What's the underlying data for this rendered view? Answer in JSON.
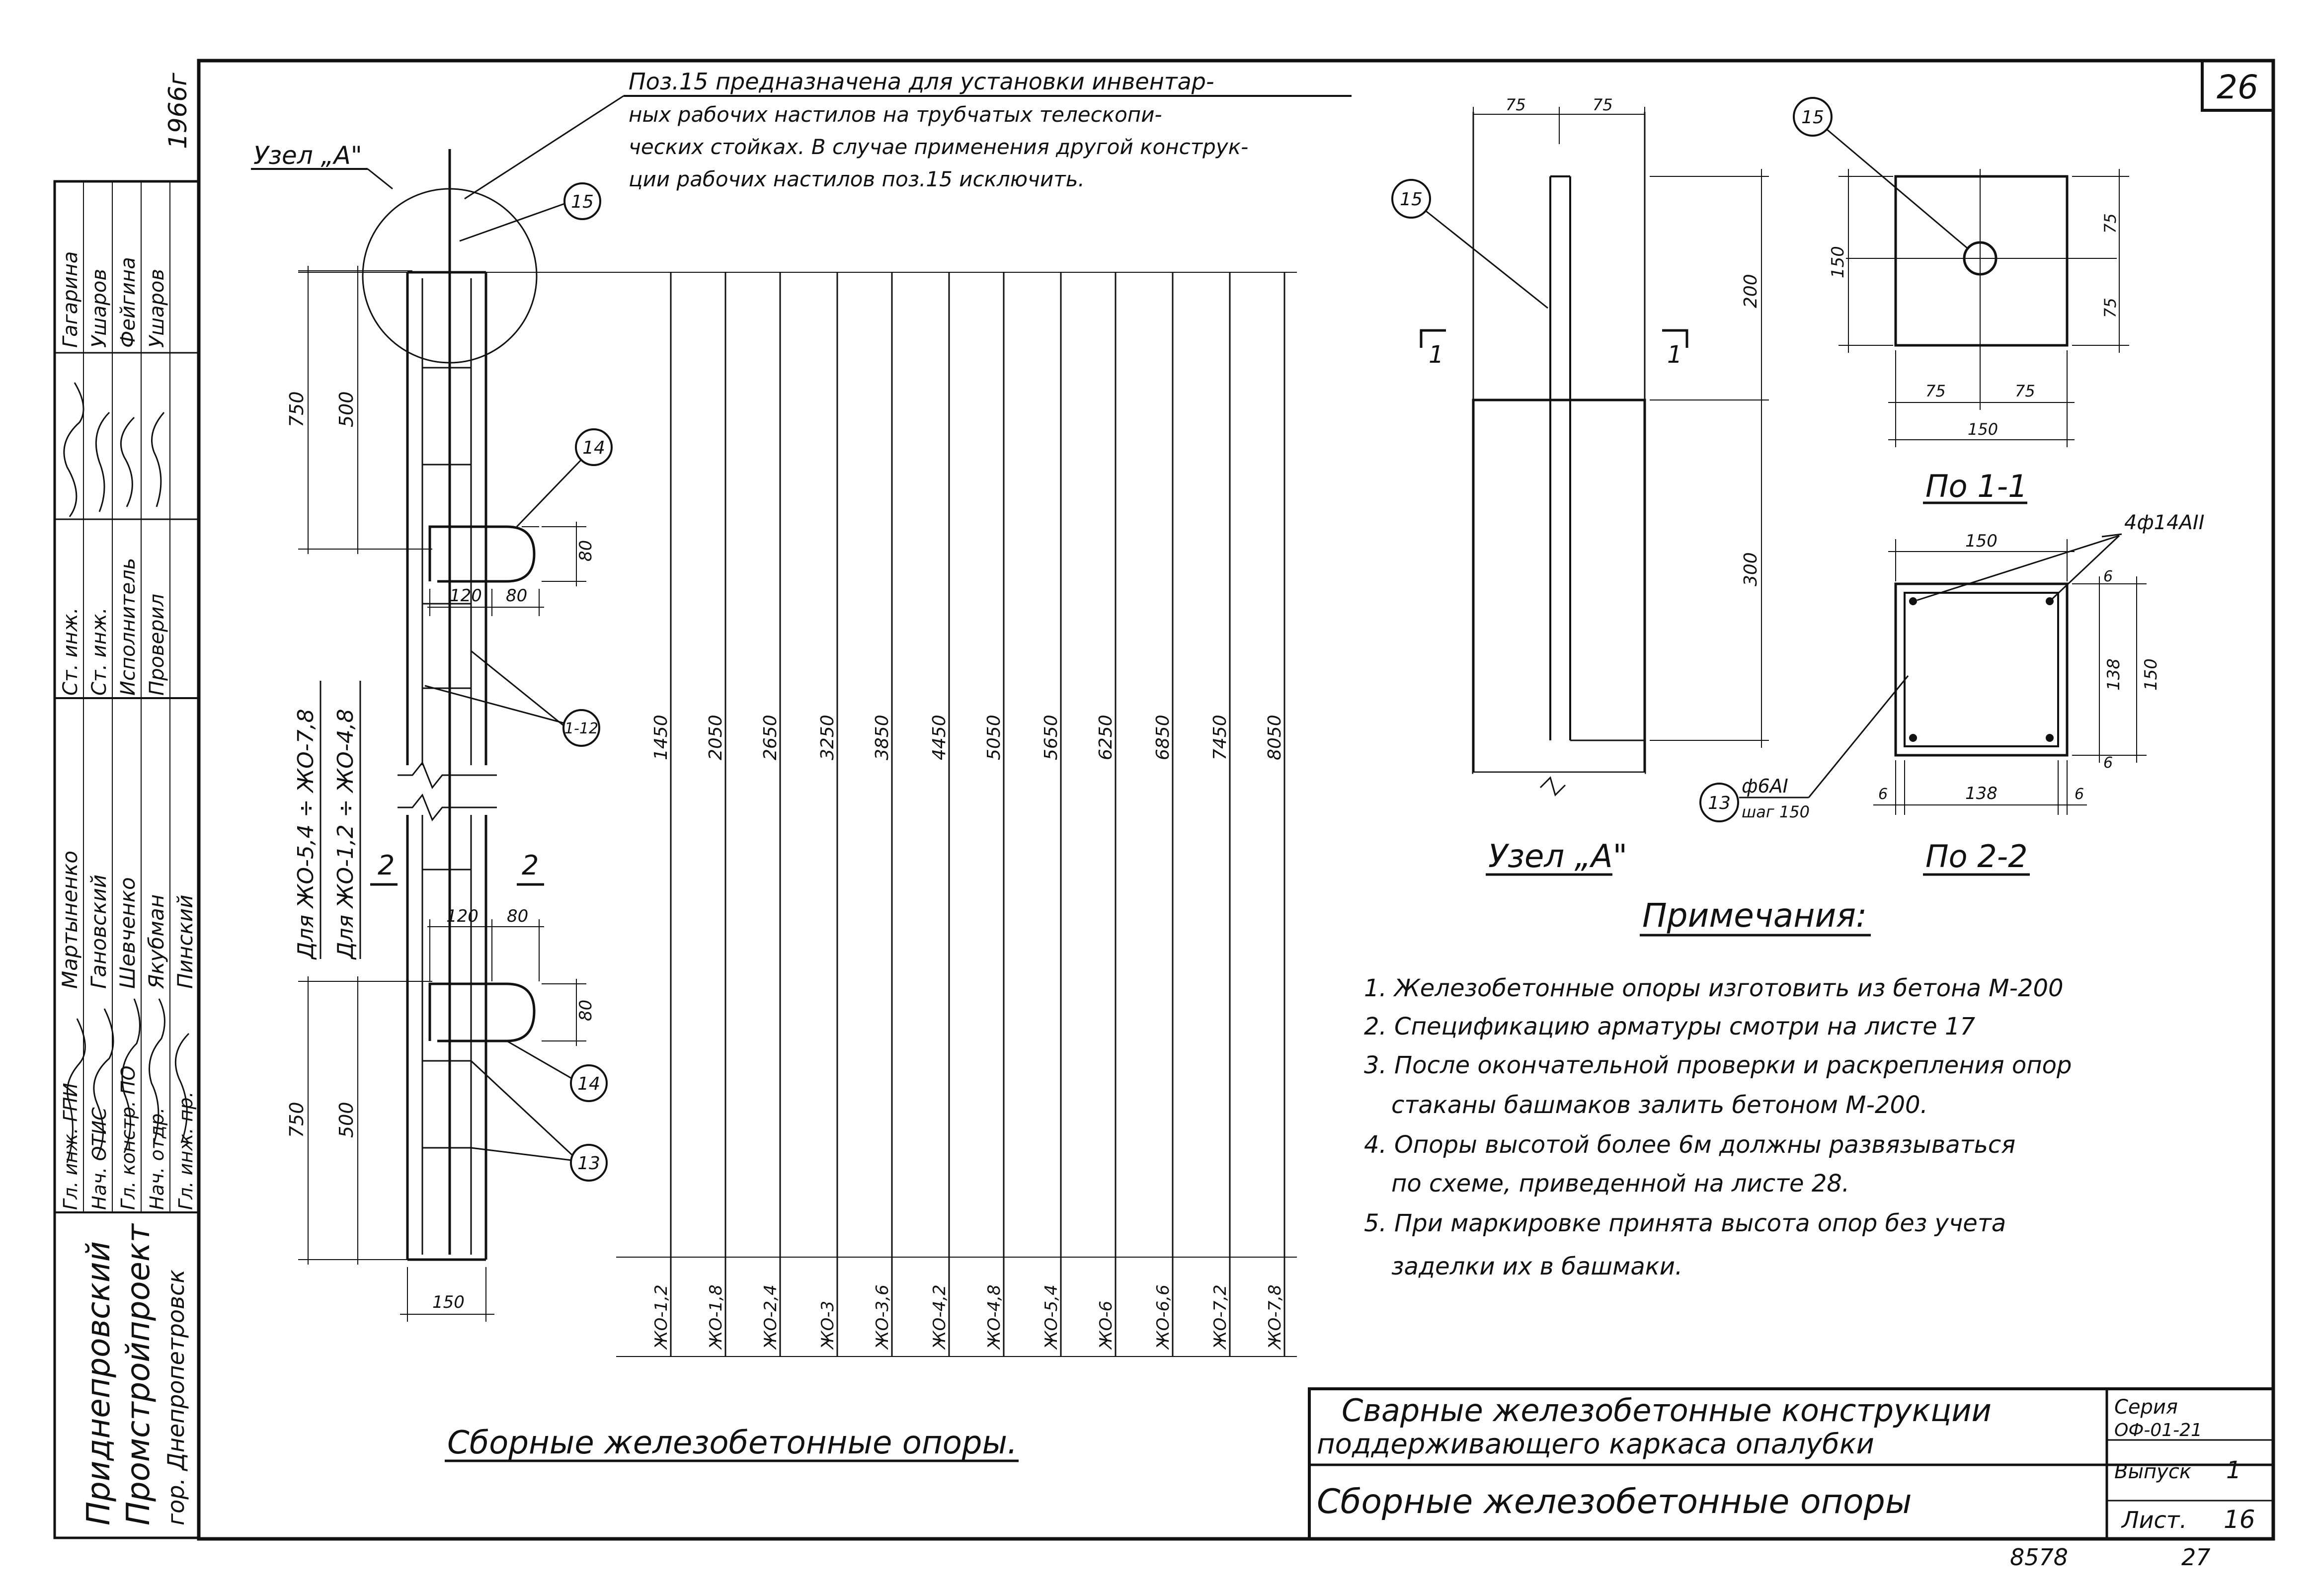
{
  "sheet": {
    "number": "26",
    "year": "1966г",
    "footer_left": "8578",
    "footer_right": "27"
  },
  "side_stamp": {
    "org_1": "Приднепровский",
    "org_2": "Промстройпроект",
    "org_3": "гор. Днепропетровск",
    "roles": [
      "Гл. инж. ГПИ",
      "Нач. ОТИС",
      "Гл. констр. ПО",
      "Нач. отдр.",
      "Гл. инж. пр."
    ],
    "surnames_1": [
      "Мартыненко",
      "Гановский",
      "Шевченко",
      "Якубман",
      "Пинский"
    ],
    "roles_2": [
      "Ст. инж.",
      "Ст. инж.",
      "Исполнитель",
      "Проверил"
    ],
    "surnames_2": [
      "Гагарина",
      "Ушаров",
      "Фейгина",
      "Ушаров"
    ]
  },
  "elevation": {
    "title": "Сборные железобетонные опоры.",
    "note_text": [
      "Поз.15 предназначена для установки инвентар-",
      "ных рабочих настилов на трубчатых телескопи-",
      "ческих стойках. В случае применения другой конструк-",
      "ции рабочих настилов поз.15 исключить."
    ],
    "node_label": "Узел „А\"",
    "dim_750_top": "750",
    "dim_500_top": "500",
    "dim_750_bot": "750",
    "dim_500_bot": "500",
    "dim_120_top": "120",
    "dim_80_top": "80",
    "dim_80_v_top": "80",
    "dim_120_bot": "120",
    "dim_80_bot": "80",
    "dim_80_v_bot": "80",
    "dim_width": "150",
    "label_range_1": "Для ЖО-5,4 ÷ ЖО-7,8",
    "label_range_2": "Для ЖО-1,2 ÷ ЖО-4,8",
    "section_mark_left": "2",
    "section_mark_right": "2",
    "callouts": {
      "c14a": "14",
      "c14b": "14",
      "c13": "13",
      "c15": "15",
      "c112": "1-12"
    },
    "columns": [
      {
        "height": "1450",
        "mark": "ЖО-1,2"
      },
      {
        "height": "2050",
        "mark": "ЖО-1,8"
      },
      {
        "height": "2650",
        "mark": "ЖО-2,4"
      },
      {
        "height": "3250",
        "mark": "ЖО-3"
      },
      {
        "height": "3850",
        "mark": "ЖО-3,6"
      },
      {
        "height": "4450",
        "mark": "ЖО-4,2"
      },
      {
        "height": "5050",
        "mark": "ЖО-4,8"
      },
      {
        "height": "5650",
        "mark": "ЖО-5,4"
      },
      {
        "height": "6250",
        "mark": "ЖО-6"
      },
      {
        "height": "6850",
        "mark": "ЖО-6,6"
      },
      {
        "height": "7450",
        "mark": "ЖО-7,2"
      },
      {
        "height": "8050",
        "mark": "ЖО-7,8"
      }
    ]
  },
  "node_a": {
    "title": "Узел „А\"",
    "dim_75a": "75",
    "dim_75b": "75",
    "dim_200": "200",
    "dim_300": "300",
    "callout": "15",
    "sect_left": "1",
    "sect_right": "1"
  },
  "section_11": {
    "title": "По 1-1",
    "callout": "15",
    "dim_150_v": "150",
    "dim_75_v1": "75",
    "dim_75_v2": "75",
    "dim_75_h1": "75",
    "dim_75_h2": "75",
    "dim_150_h": "150"
  },
  "section_22": {
    "title": "По 2-2",
    "rebar": "4ф14АII",
    "stirrup_1": "ф6АI",
    "stirrup_2": "шаг 150",
    "callout": "13",
    "dim_150_top": "150",
    "dim_138_v": "138",
    "dim_150_v": "150",
    "dim_6_top": "6",
    "dim_6_bot": "6",
    "dim_6_left": "6",
    "dim_138_h": "138",
    "dim_6_right": "6"
  },
  "notes": {
    "heading": "Примечания:",
    "lines": [
      "1. Железобетонные опоры изготовить из бетона М-200",
      "2. Спецификацию арматуры смотри на листе 17",
      "3. После окончательной проверки и раскрепления опор",
      "стаканы башмаков залить бетоном М-200.",
      "4. Опоры высотой более 6м должны развязываться",
      "по схеме, приведенной на листе 28.",
      "5. При маркировке принята высота опор без учета",
      "заделки их в башмаки."
    ]
  },
  "title_block": {
    "project_line_1": "Сварные железобетонные конструкции",
    "project_line_2": "поддерживающего каркаса опалубки",
    "sheet_title": "Сборные железобетонные опоры",
    "series_label": "Серия",
    "series_value": "ОФ-01-21",
    "issue_label": "Выпуск",
    "issue_value": "1",
    "sheet_label": "Лист.",
    "sheet_value": "16"
  }
}
